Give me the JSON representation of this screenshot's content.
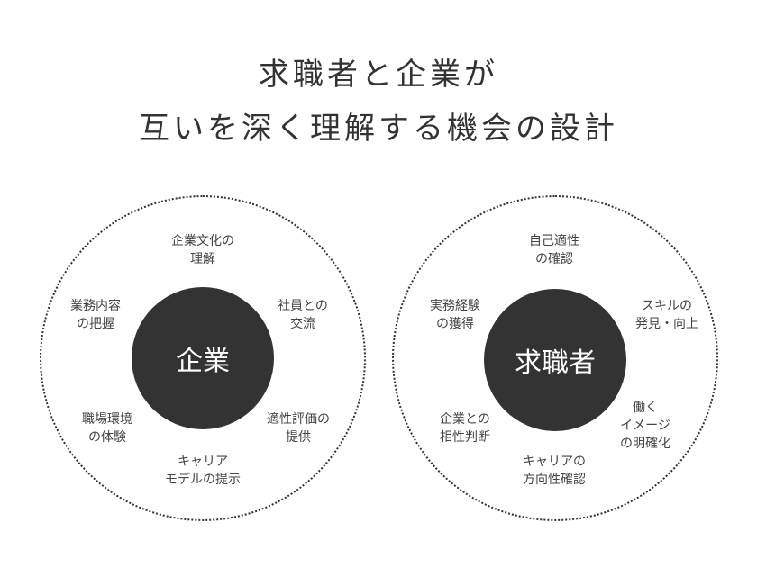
{
  "title": {
    "line1": "求職者と企業が",
    "line2": "互いを深く理解する機会の設計"
  },
  "colors": {
    "circle_fill": "#333333",
    "text": "#333333",
    "outer_border": "#333333"
  },
  "company": {
    "center_label": "企業",
    "items": [
      {
        "lines": [
          "企業文化の",
          "理解"
        ]
      },
      {
        "lines": [
          "業務内容",
          "の把握"
        ]
      },
      {
        "lines": [
          "社員との",
          "交流"
        ]
      },
      {
        "lines": [
          "職場環境",
          "の体験"
        ]
      },
      {
        "lines": [
          "適性評価の",
          "提供"
        ]
      },
      {
        "lines": [
          "キャリア",
          "モデルの提示"
        ]
      }
    ]
  },
  "jobseeker": {
    "center_label": "求職者",
    "items": [
      {
        "lines": [
          "自己適性",
          "の確認"
        ]
      },
      {
        "lines": [
          "実務経験",
          "の獲得"
        ]
      },
      {
        "lines": [
          "スキルの",
          "発見・向上"
        ]
      },
      {
        "lines": [
          "企業との",
          "相性判断"
        ]
      },
      {
        "lines": [
          "働く",
          "イメージ",
          "の明確化"
        ]
      },
      {
        "lines": [
          "キャリアの",
          "方向性確認"
        ]
      }
    ]
  }
}
